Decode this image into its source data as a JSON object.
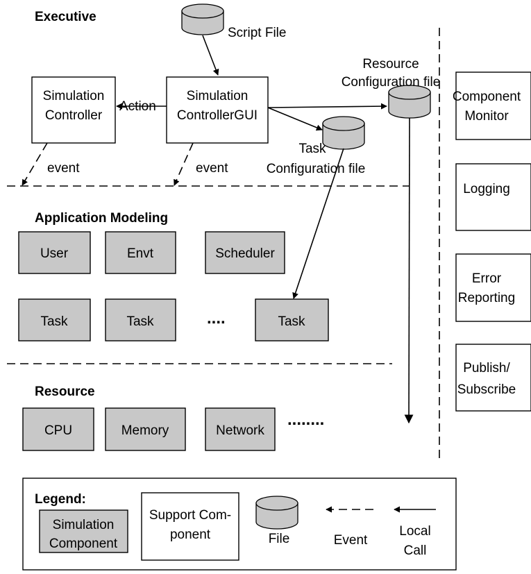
{
  "sections": {
    "executive": "Executive",
    "application_modeling": "Application Modeling",
    "resource": "Resource"
  },
  "executive": {
    "sim_controller": [
      "Simulation",
      "Controller"
    ],
    "sim_controller_gui": [
      "Simulation",
      "ControllerGUI"
    ],
    "action_label": "Action",
    "event_label_1": "event",
    "event_label_2": "event",
    "script_file": "Script File",
    "resource_config_file": [
      "Resource",
      "Configuration file"
    ],
    "task_config_file": [
      "Task",
      "Configuration file"
    ]
  },
  "application_modeling": {
    "row1": [
      "User",
      "Envt",
      "Scheduler"
    ],
    "row2": [
      "Task",
      "Task",
      "Task"
    ],
    "ellipsis": "...."
  },
  "resource": {
    "items": [
      "CPU",
      "Memory",
      "Network"
    ],
    "ellipsis": "........"
  },
  "support_components": [
    [
      "Component",
      "Monitor"
    ],
    [
      "Logging"
    ],
    [
      "Error",
      "Reporting"
    ],
    [
      "Publish/",
      "Subscribe"
    ]
  ],
  "legend": {
    "title": "Legend:",
    "simulation_component": [
      "Simulation",
      "Component"
    ],
    "support_component": [
      "Support Com-",
      "ponent"
    ],
    "file": "File",
    "event": "Event",
    "local_call": [
      "Local",
      "Call"
    ]
  },
  "colors": {
    "simulation_component_fill": "#c8c8c8",
    "support_component_fill": "#ffffff",
    "line": "#000000"
  }
}
